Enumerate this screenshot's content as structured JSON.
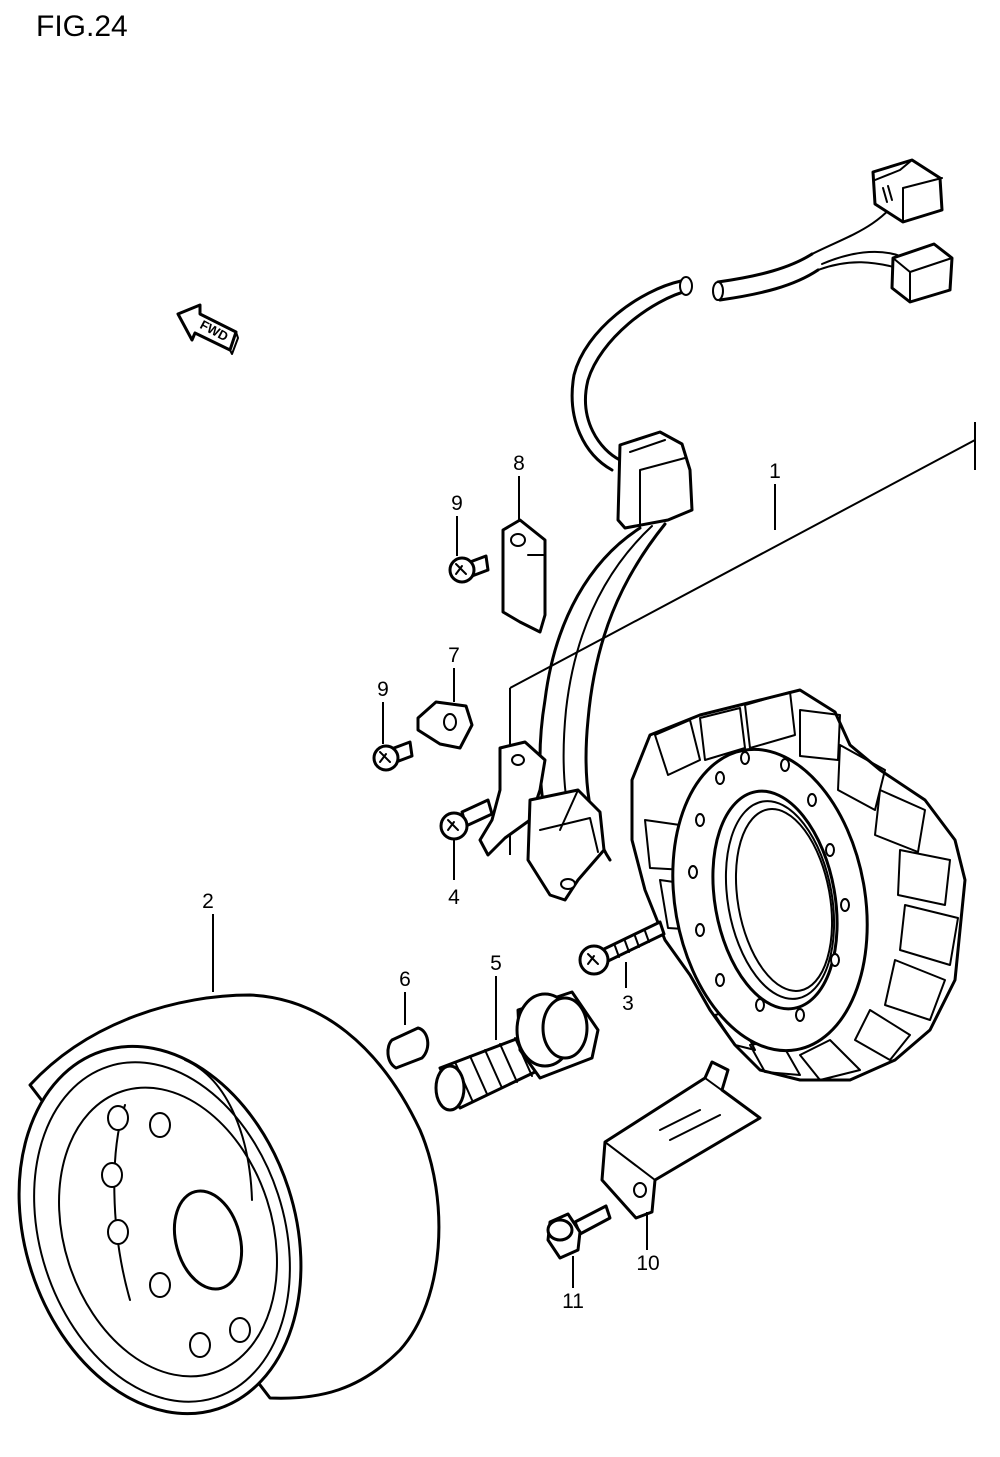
{
  "figure": {
    "title": "FIG.24",
    "fwd_label": "FWD"
  },
  "callouts": {
    "c1": "1",
    "c2": "2",
    "c3": "3",
    "c4": "4",
    "c5": "5",
    "c6": "6",
    "c7": "7",
    "c8": "8",
    "c9a": "9",
    "c9b": "9",
    "c10": "10",
    "c11": "11"
  },
  "colors": {
    "line": "#000000",
    "background": "#ffffff"
  }
}
